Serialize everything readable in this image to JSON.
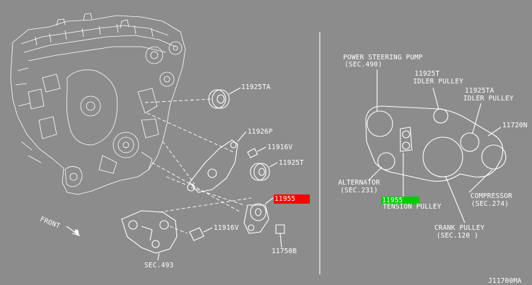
{
  "diagram": {
    "highlight_colors": {
      "part_main": "#ff0000",
      "part_legend": "#00cc00"
    },
    "left_labels": {
      "p11925ta": "11925TA",
      "p11926p": "11926P",
      "p11916v_top": "11916V",
      "p11925t": "11925T",
      "p11955": "11955",
      "p11916v_bot": "11916V",
      "p11750b": "11750B",
      "sec493": "SEC.493",
      "front": "FRONT"
    },
    "right_labels": {
      "ps_pump": "POWER STEERING PUMP",
      "ps_sec": "(SEC.490)",
      "idler_t_num": "11925T",
      "idler_t_name": "IDLER PULLEY",
      "idler_ta_num": "11925TA",
      "idler_ta_name": "IDLER PULLEY",
      "belt": "11720N",
      "alternator": "ALTERNATOR",
      "alt_sec": "(SEC.231)",
      "tension_num": "11955",
      "tension_name": "TENSION PULLEY",
      "compressor": "COMPRESSOR",
      "comp_sec": "(SEC.274)",
      "crank": "CRANK PULLEY",
      "crank_sec": "(SEC.120 )"
    },
    "figure_code": "J11700MA"
  }
}
